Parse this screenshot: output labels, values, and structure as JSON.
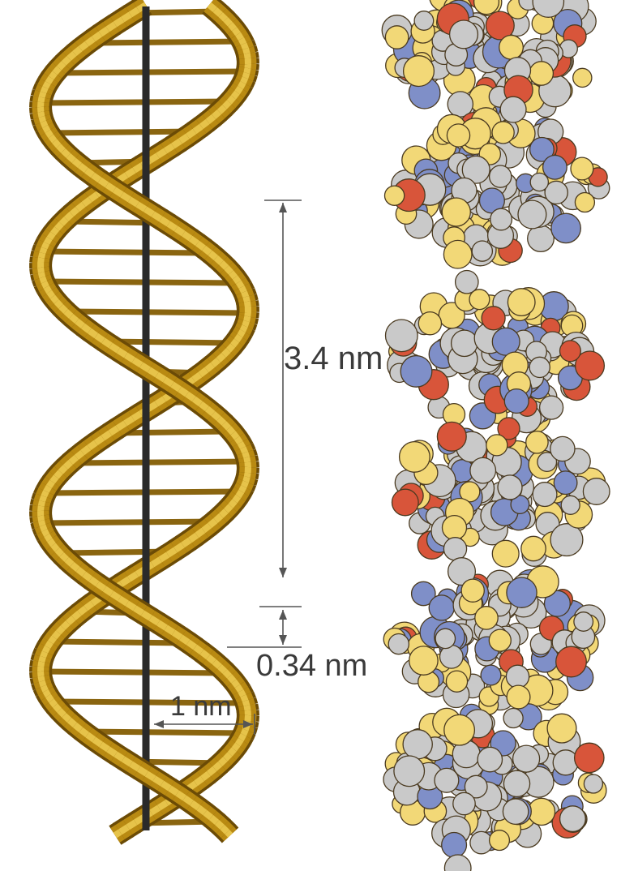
{
  "measurements": {
    "helical_turn": "3.4 nm",
    "base_pair_spacing": "0.34 nm",
    "helix_radius": "1 nm"
  },
  "strand_labels": {
    "upper": "",
    "lower": ""
  },
  "colors": {
    "backbone": "#b98a12",
    "backbone_dark": "#6b4b06",
    "backbone_light": "#e6c34a",
    "axis": "#2a2a2a",
    "base_pair": "#8a6510",
    "carbon": "#c9c9c9",
    "oxygen": "#d8553a",
    "phosphorus": "#f2d877",
    "nitrogen": "#7f8fc8",
    "dimension_line": "#555555"
  }
}
